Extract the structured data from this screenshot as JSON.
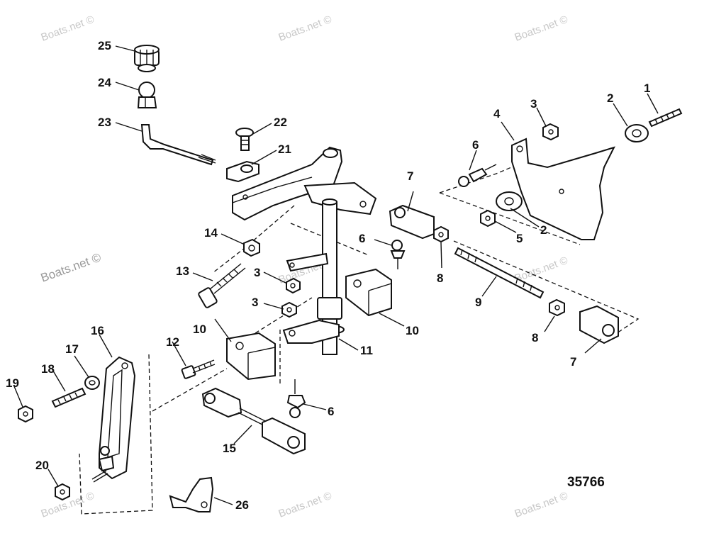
{
  "watermark": "Boats.net ©",
  "diagram_number": "35766",
  "callouts": {
    "c1": "1",
    "c2a": "2",
    "c2b": "2",
    "c3a": "3",
    "c3b": "3",
    "c3c": "3",
    "c4": "4",
    "c5": "5",
    "c6a": "6",
    "c6b": "6",
    "c6c": "6",
    "c7a": "7",
    "c7b": "7",
    "c8a": "8",
    "c8b": "8",
    "c9": "9",
    "c10a": "10",
    "c10b": "10",
    "c11": "11",
    "c12": "12",
    "c13": "13",
    "c14": "14",
    "c15": "15",
    "c16": "16",
    "c17": "17",
    "c18": "18",
    "c19": "19",
    "c20": "20",
    "c21": "21",
    "c22": "22",
    "c23": "23",
    "c24": "24",
    "c25": "25",
    "c26": "26"
  }
}
